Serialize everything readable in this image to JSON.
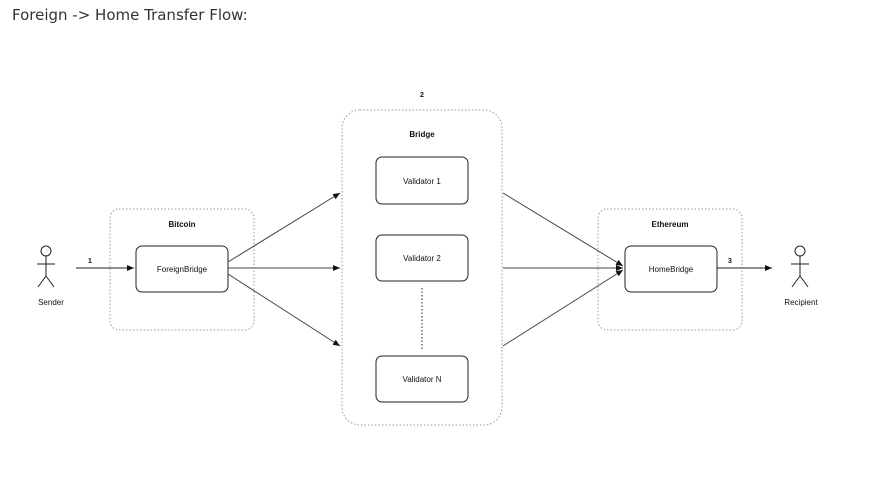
{
  "page": {
    "title": "Foreign -> Home Transfer Flow:"
  },
  "diagram": {
    "step_labels": {
      "step1": "1",
      "step2": "2",
      "step3": "3"
    },
    "actors": {
      "sender": "Sender",
      "recipient": "Recipient"
    },
    "groups": {
      "bitcoin": "Bitcoin",
      "bridge": "Bridge",
      "ethereum": "Ethereum"
    },
    "nodes": {
      "foreign_bridge": "ForeignBridge",
      "home_bridge": "HomeBridge",
      "validator_1": "Validator 1",
      "validator_2": "Validator 2",
      "validator_n": "Validator N"
    }
  }
}
